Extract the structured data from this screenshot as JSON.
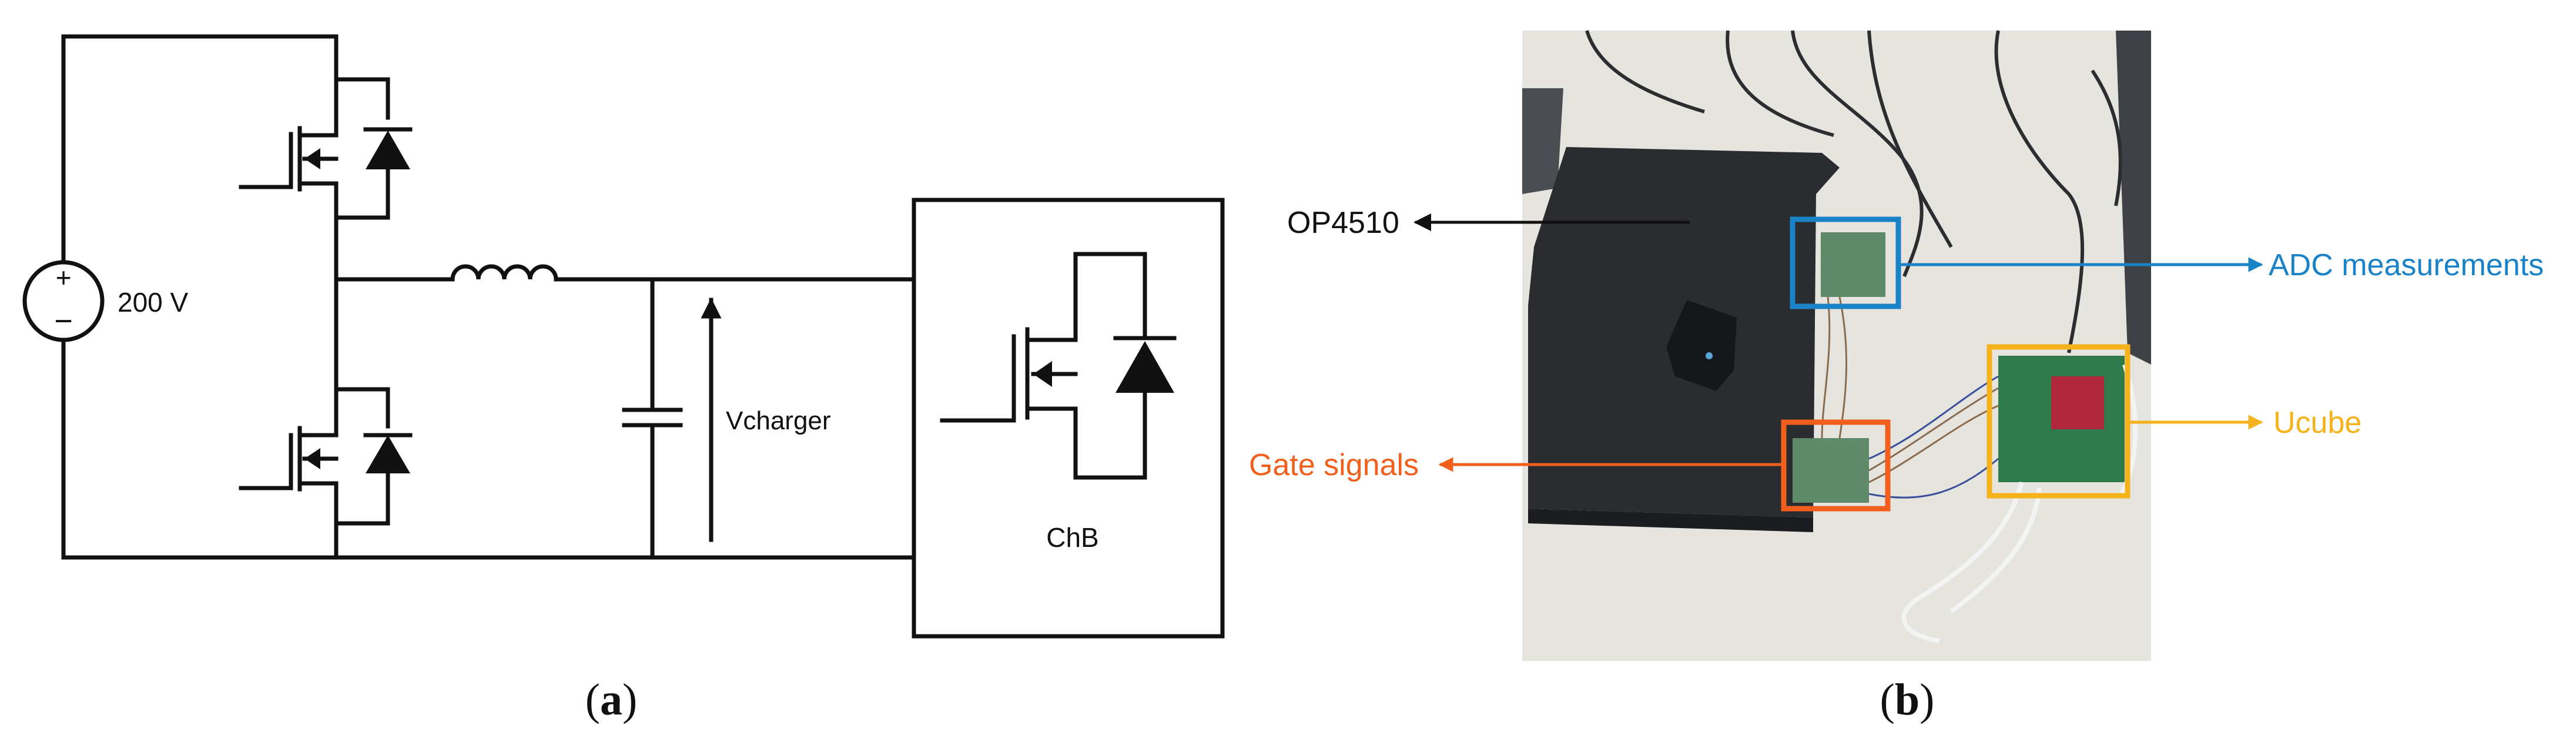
{
  "panel_a": {
    "source_label": "200 V",
    "source_plus": "+",
    "source_minus": "−",
    "capacitor_voltage_label": "Vcharger",
    "box_label": "ChB",
    "caption_open": "(",
    "caption_letter": "a",
    "caption_close": ")"
  },
  "panel_b": {
    "labels": {
      "op4510": "OP4510",
      "adc": "ADC measurements",
      "gate": "Gate signals",
      "ucube": "Ucube"
    },
    "colors": {
      "op4510": "#111111",
      "adc": "#1a82c7",
      "gate": "#f25f1c",
      "ucube": "#f5b21a"
    },
    "caption_open": "(",
    "caption_letter": "b",
    "caption_close": ")"
  }
}
